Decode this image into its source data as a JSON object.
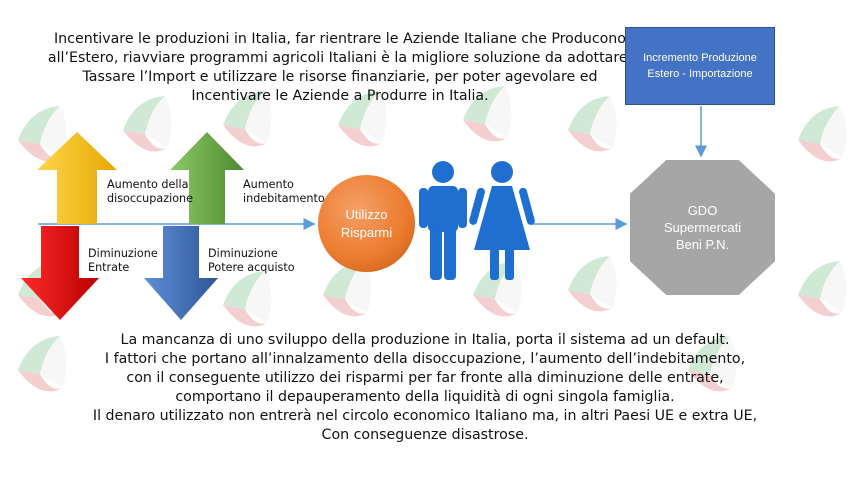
{
  "intro_lines": [
    "Incentivare le produzioni in Italia, far rientrare le Aziende Italiane che Producono",
    "all’Estero, riavviare programmi agricoli Italiani è la migliore soluzione da adottare.",
    "Tassare l’Import e utilizzare le risorse finanziarie, per poter agevolare ed",
    "Incentivare le Aziende a Produrre in Italia."
  ],
  "import_box": {
    "line1": "Incremento Produzione",
    "line2": "Estero - Importazione"
  },
  "arrows": {
    "up_yellow": {
      "line1": "Aumento della",
      "line2": "disoccupazione"
    },
    "up_green": {
      "line1": "Aumento",
      "line2": "indebitamento"
    },
    "down_red": {
      "line1": "Diminuzione",
      "line2": "Entrate"
    },
    "down_blue": {
      "line1": "Diminuzione",
      "line2": "Potere acquisto"
    }
  },
  "savings_circle": {
    "line1": "Utilizzo",
    "line2": "Risparmi"
  },
  "gdo_octagon": {
    "line1": "GDO",
    "line2": "Supermercati",
    "line3": "Beni P.N."
  },
  "conclusion_lines": [
    "La mancanza di uno sviluppo della produzione in Italia, porta il sistema ad un default.",
    "I fattori che portano all’innalzamento della disoccupazione, l’aumento dell’indebitamento,",
    "con il conseguente utilizzo dei risparmi per far fronte alla diminuzione delle entrate,",
    "comportano il depauperamento della liquidità di ogni singola famiglia.",
    "Il denaro utilizzato non entrerà nel circolo economico Italiano ma, in altri Paesi UE e extra UE,",
    "Con conseguenze disastrose."
  ],
  "colors": {
    "yellow_arrow": "#ffc000",
    "green_arrow": "#70ad47",
    "red_arrow": "#e00000",
    "blue_arrow": "#4472c4",
    "flow_line": "#5b9bd5",
    "people": "#1f6fd1",
    "orange_circle": "#ed7d31",
    "gray_octagon": "#a6a6a6",
    "blue_box": "#4472c4"
  },
  "icons": [
    "man-icon",
    "woman-icon",
    "pd-logo-watermark"
  ]
}
